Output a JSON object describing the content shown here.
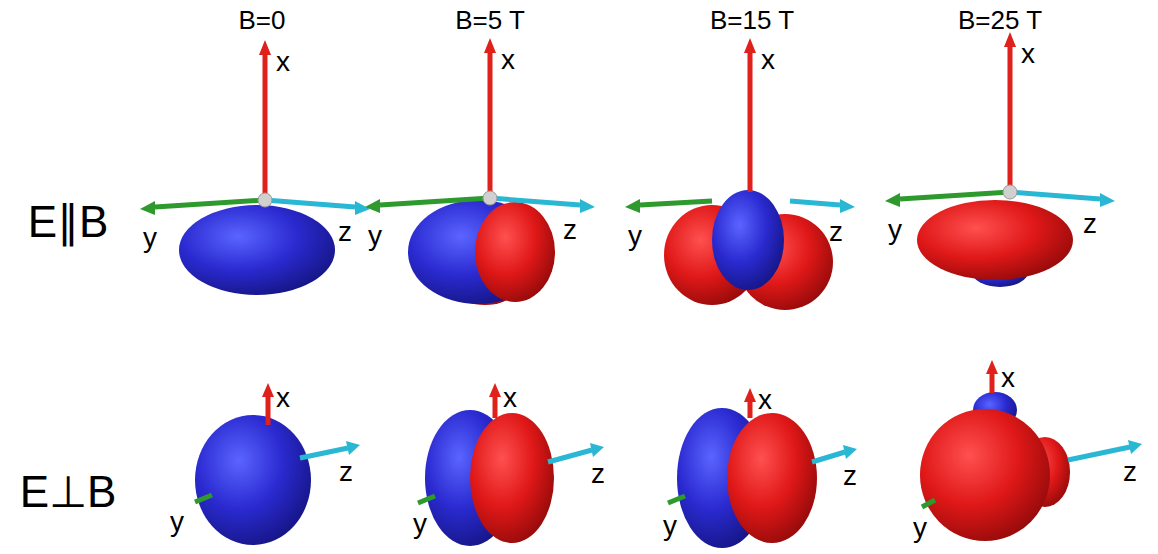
{
  "diagram": {
    "labels": [
      "B=0",
      "B=5 T",
      "B=15 T",
      "B=25 T",
      "E∥B",
      "x",
      "y",
      "z",
      "x",
      "y",
      "z",
      "x",
      "y",
      "z",
      "x",
      "y",
      "z",
      "E⊥B",
      "x",
      "y",
      "z",
      "x",
      "y",
      "z",
      "x",
      "y",
      "z",
      "x",
      "y",
      "z"
    ]
  }
}
